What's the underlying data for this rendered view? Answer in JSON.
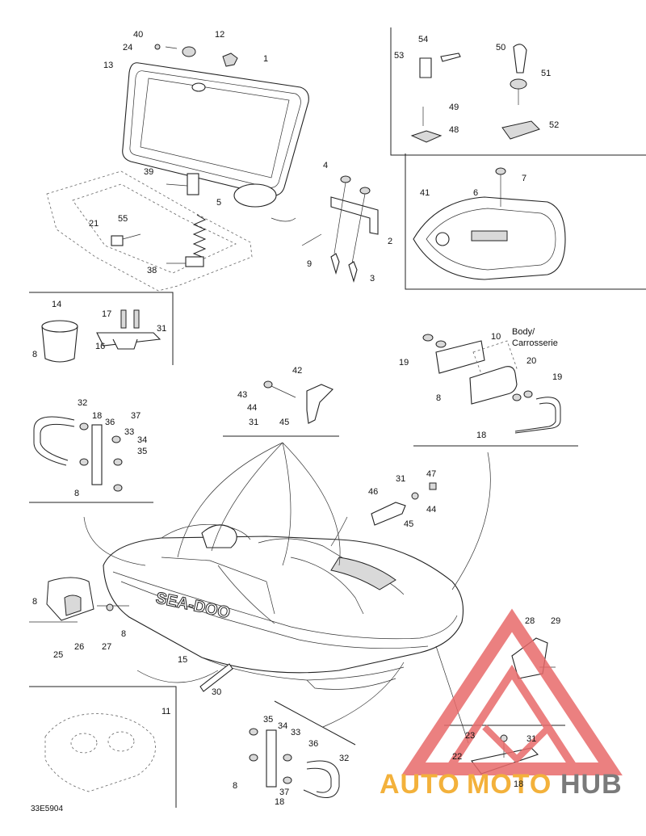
{
  "diagram_code": "33E5904",
  "body_label_line1": "Body/",
  "body_label_line2": "Carrosserie",
  "hull_brand": "SEA-DOO",
  "watermark": {
    "text_a": "AUTO",
    "text_b": "MOTO",
    "text_c": "HUB",
    "color_main": "#e86a6a",
    "color_accent": "#f3b13b",
    "color_dark": "#7a7a7a"
  },
  "callouts": [
    {
      "id": "c40",
      "text": "40"
    },
    {
      "id": "c24",
      "text": "24"
    },
    {
      "id": "c12",
      "text": "12"
    },
    {
      "id": "c13",
      "text": "13"
    },
    {
      "id": "c1",
      "text": "1"
    },
    {
      "id": "c54",
      "text": "54"
    },
    {
      "id": "c53",
      "text": "53"
    },
    {
      "id": "c50",
      "text": "50"
    },
    {
      "id": "c51",
      "text": "51"
    },
    {
      "id": "c49",
      "text": "49"
    },
    {
      "id": "c48",
      "text": "48"
    },
    {
      "id": "c52",
      "text": "52"
    },
    {
      "id": "c4",
      "text": "4"
    },
    {
      "id": "c7",
      "text": "7"
    },
    {
      "id": "c41",
      "text": "41"
    },
    {
      "id": "c6",
      "text": "6"
    },
    {
      "id": "c39",
      "text": "39"
    },
    {
      "id": "c5",
      "text": "5"
    },
    {
      "id": "c21",
      "text": "21"
    },
    {
      "id": "c55",
      "text": "55"
    },
    {
      "id": "c2",
      "text": "2"
    },
    {
      "id": "c9",
      "text": "9"
    },
    {
      "id": "c38",
      "text": "38"
    },
    {
      "id": "c3",
      "text": "3"
    },
    {
      "id": "c14",
      "text": "14"
    },
    {
      "id": "c17",
      "text": "17"
    },
    {
      "id": "c31a",
      "text": "31"
    },
    {
      "id": "c16",
      "text": "16"
    },
    {
      "id": "c8a",
      "text": "8"
    },
    {
      "id": "c10",
      "text": "10"
    },
    {
      "id": "c19a",
      "text": "19"
    },
    {
      "id": "c20",
      "text": "20"
    },
    {
      "id": "c19b",
      "text": "19"
    },
    {
      "id": "c8b",
      "text": "8"
    },
    {
      "id": "c18a",
      "text": "18"
    },
    {
      "id": "c42",
      "text": "42"
    },
    {
      "id": "c43",
      "text": "43"
    },
    {
      "id": "c44a",
      "text": "44"
    },
    {
      "id": "c31b",
      "text": "31"
    },
    {
      "id": "c45a",
      "text": "45"
    },
    {
      "id": "c32a",
      "text": "32"
    },
    {
      "id": "c18b",
      "text": "18"
    },
    {
      "id": "c36a",
      "text": "36"
    },
    {
      "id": "c37a",
      "text": "37"
    },
    {
      "id": "c33a",
      "text": "33"
    },
    {
      "id": "c34a",
      "text": "34"
    },
    {
      "id": "c35a",
      "text": "35"
    },
    {
      "id": "c8c",
      "text": "8"
    },
    {
      "id": "c31c",
      "text": "31"
    },
    {
      "id": "c47",
      "text": "47"
    },
    {
      "id": "c46",
      "text": "46"
    },
    {
      "id": "c44b",
      "text": "44"
    },
    {
      "id": "c45b",
      "text": "45"
    },
    {
      "id": "c8d",
      "text": "8"
    },
    {
      "id": "c26",
      "text": "26"
    },
    {
      "id": "c27",
      "text": "27"
    },
    {
      "id": "c8e",
      "text": "8"
    },
    {
      "id": "c25",
      "text": "25"
    },
    {
      "id": "c28",
      "text": "28"
    },
    {
      "id": "c29",
      "text": "29"
    },
    {
      "id": "c15",
      "text": "15"
    },
    {
      "id": "c30",
      "text": "30"
    },
    {
      "id": "c11",
      "text": "11"
    },
    {
      "id": "c35b",
      "text": "35"
    },
    {
      "id": "c34b",
      "text": "34"
    },
    {
      "id": "c33b",
      "text": "33"
    },
    {
      "id": "c36b",
      "text": "36"
    },
    {
      "id": "c32b",
      "text": "32"
    },
    {
      "id": "c8f",
      "text": "8"
    },
    {
      "id": "c37b",
      "text": "37"
    },
    {
      "id": "c18c",
      "text": "18"
    },
    {
      "id": "c23",
      "text": "23"
    },
    {
      "id": "c31d",
      "text": "31"
    },
    {
      "id": "c22",
      "text": "22"
    },
    {
      "id": "c18d",
      "text": "18"
    }
  ]
}
